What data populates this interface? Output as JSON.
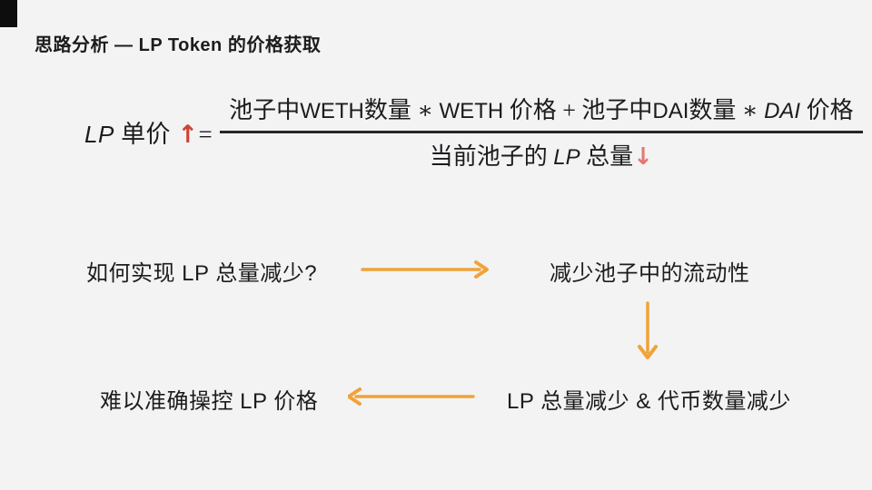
{
  "colors": {
    "background": "#f3f3f4",
    "text": "#1c1c1e",
    "marker": "#0d0d0d",
    "arrow_orange": "#f0a338",
    "arrow_red_up": "#cc4437",
    "arrow_red_down": "#e5786e",
    "fraction_bar": "#26262a"
  },
  "header": {
    "title": "思路分析 — LP Token 的价格获取",
    "marker_icon": "black-square"
  },
  "formula": {
    "lhs_lp": "LP",
    "lhs_label": " 单价 ",
    "up_arrow": "↑",
    "equals": "=",
    "numerator": {
      "seg1": "池子中",
      "seg2": "WETH",
      "seg3": "数量 ∗ ",
      "seg4": "WETH",
      "seg5": " 价格 + 池子中",
      "seg6": "DAI",
      "seg7": "数量 ∗ ",
      "seg8": "DAI",
      "seg9": " 价格"
    },
    "denominator": {
      "seg1": "当前池子的 ",
      "lp": "LP",
      "seg2": " 总量",
      "down_arrow": "↓"
    }
  },
  "flow": {
    "question": "如何实现 LP 总量减少?",
    "step1": "减少池子中的流动性",
    "step2": "LP 总量减少 & 代币数量减少",
    "conclusion": "难以准确操控 LP 价格"
  }
}
